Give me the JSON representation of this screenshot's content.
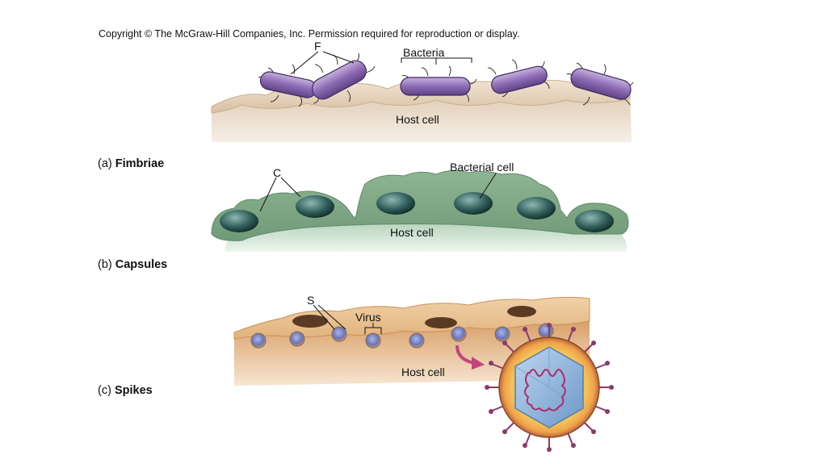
{
  "copyright": "Copyright © The McGraw-Hill Companies, Inc. Permission required for reproduction or display.",
  "panel_a": {
    "letter": "(a)",
    "title": "Fimbriae",
    "label_f": "F",
    "label_bacteria": "Bacteria",
    "label_host": "Host cell"
  },
  "panel_b": {
    "letter": "(b)",
    "title": "Capsules",
    "label_c": "C",
    "label_bacterial_cell": "Bacterial cell",
    "label_host": "Host cell"
  },
  "panel_c": {
    "letter": "(c)",
    "title": "Spikes",
    "label_s": "S",
    "label_virus": "Virus",
    "label_host": "Host cell"
  }
}
